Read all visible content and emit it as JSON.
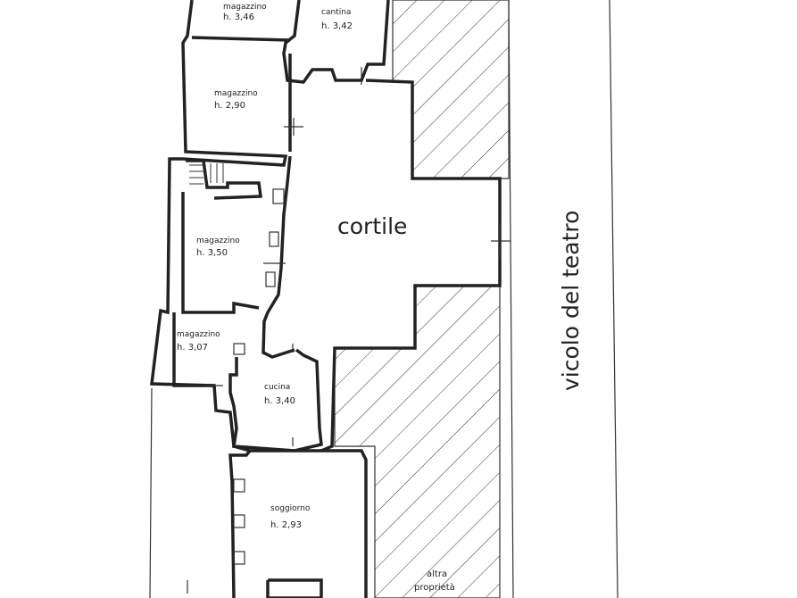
{
  "rooms": {
    "magazzino_top": {
      "name": "magazzino",
      "h": "h.  3,46"
    },
    "cantina": {
      "name": "cantina",
      "h": "h.  3,42"
    },
    "magazzino_2": {
      "name": "magazzino",
      "h": "h.  2,90"
    },
    "magazzino_3": {
      "name": "magazzino",
      "h": "h.  3,50"
    },
    "magazzino_4": {
      "name": "magazzino",
      "h": "h.  3,07"
    },
    "cucina": {
      "name": "cucina",
      "h": "h.  3,40"
    },
    "soggiorno": {
      "name": "soggiorno",
      "h": "h.  2,93"
    }
  },
  "courtyard": "cortile",
  "street": "vicolo del teatro",
  "other_property": {
    "line1": "altra",
    "line2": "proprietà"
  }
}
